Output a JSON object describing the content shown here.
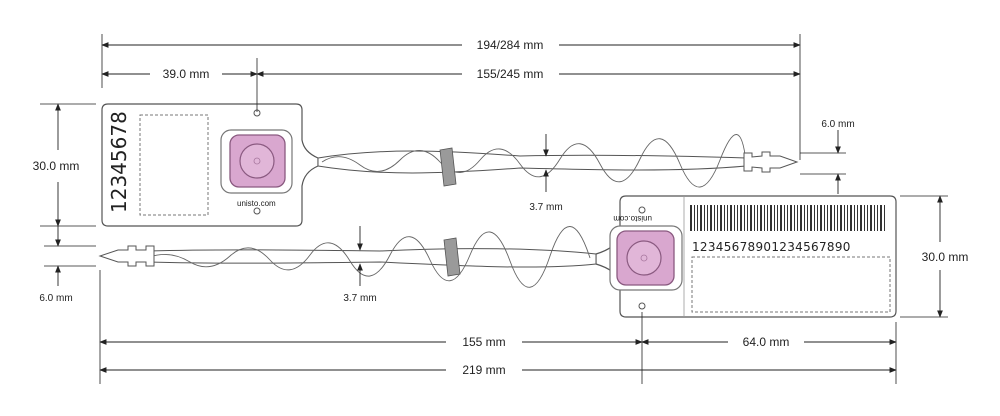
{
  "dimensions": {
    "total_overall": "194/284 mm",
    "head_width": "39.0 mm",
    "tail_length": "155/245 mm",
    "head_height_left": "30.0 mm",
    "head_height_right": "30.0 mm",
    "tip_width_upper": "6.0 mm",
    "tip_width_lower": "6.0 mm",
    "strap_width_upper": "3.7 mm",
    "strap_width_lower": "3.7 mm",
    "bottom_strap_length": "155 mm",
    "bottom_head_width": "64.0 mm",
    "bottom_total": "219 mm"
  },
  "seal_upper": {
    "serial_vertical": "12345678",
    "brand": "unisto.com"
  },
  "seal_lower": {
    "serial_horizontal": "12345678901234567890",
    "brand": "unisto.com"
  },
  "colors": {
    "lock_fill": "#d9a7cf",
    "lock_ring": "#c58bb9",
    "outline": "#555555"
  }
}
